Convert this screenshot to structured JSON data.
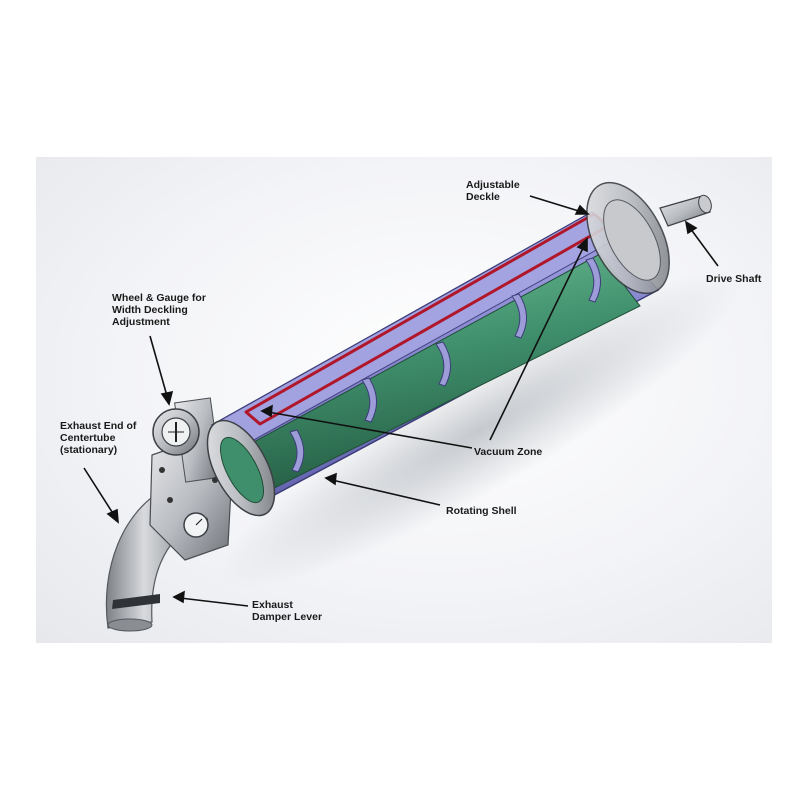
{
  "labels": {
    "adjustable_deckle": "Adjustable\nDeckle",
    "drive_shaft": "Drive Shaft",
    "wheel_gauge": "Wheel & Gauge for\nWidth Deckling\nAdjustment",
    "exhaust_end": "Exhaust End of\nCentertube\n(stationary)",
    "vacuum_zone": "Vacuum Zone",
    "rotating_shell": "Rotating Shell",
    "damper_lever": "Exhaust\nDamper Lever"
  },
  "colors": {
    "shell": "#8f8fd6",
    "inner_tube": "#3f8f6c",
    "vacuum_zone": "#b0172a",
    "metal": "#b9bcc1"
  }
}
